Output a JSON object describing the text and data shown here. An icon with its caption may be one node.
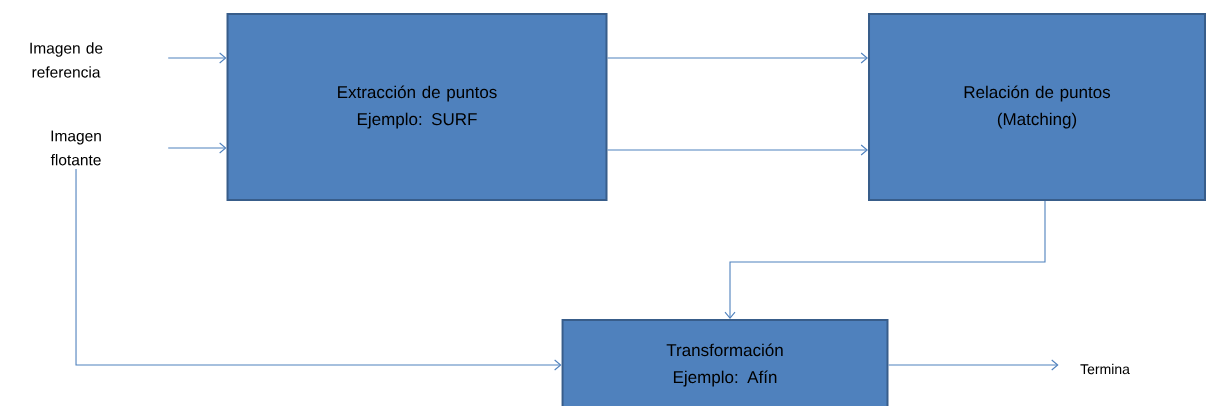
{
  "diagram": {
    "nodes": [
      {
        "text": [
          "Imagen de referencia"
        ]
      },
      {
        "text": [
          "Imagen flotante"
        ]
      },
      {
        "text": [
          "Extracción  de puntos",
          "Ejemplo: SURF"
        ]
      },
      {
        "text": [
          "Relación de puntos",
          "(Matching)"
        ]
      },
      {
        "text": [
          "Transformación",
          "Ejemplo: Afín"
        ]
      },
      {
        "text": [
          "Termina"
        ]
      }
    ],
    "edges": [
      {
        "from": 0,
        "to": 2,
        "arrow": "to"
      },
      {
        "from": 1,
        "to": 2,
        "arrow": "to"
      },
      {
        "from": 2,
        "to": 3,
        "arrow": "to"
      },
      {
        "from": 2,
        "to": 3,
        "arrow": "to"
      },
      {
        "from": 3,
        "to": 4,
        "arrow": "to"
      },
      {
        "from": 1,
        "to": 4,
        "arrow": "to"
      },
      {
        "from": 4,
        "to": 5,
        "arrow": "to"
      }
    ]
  }
}
